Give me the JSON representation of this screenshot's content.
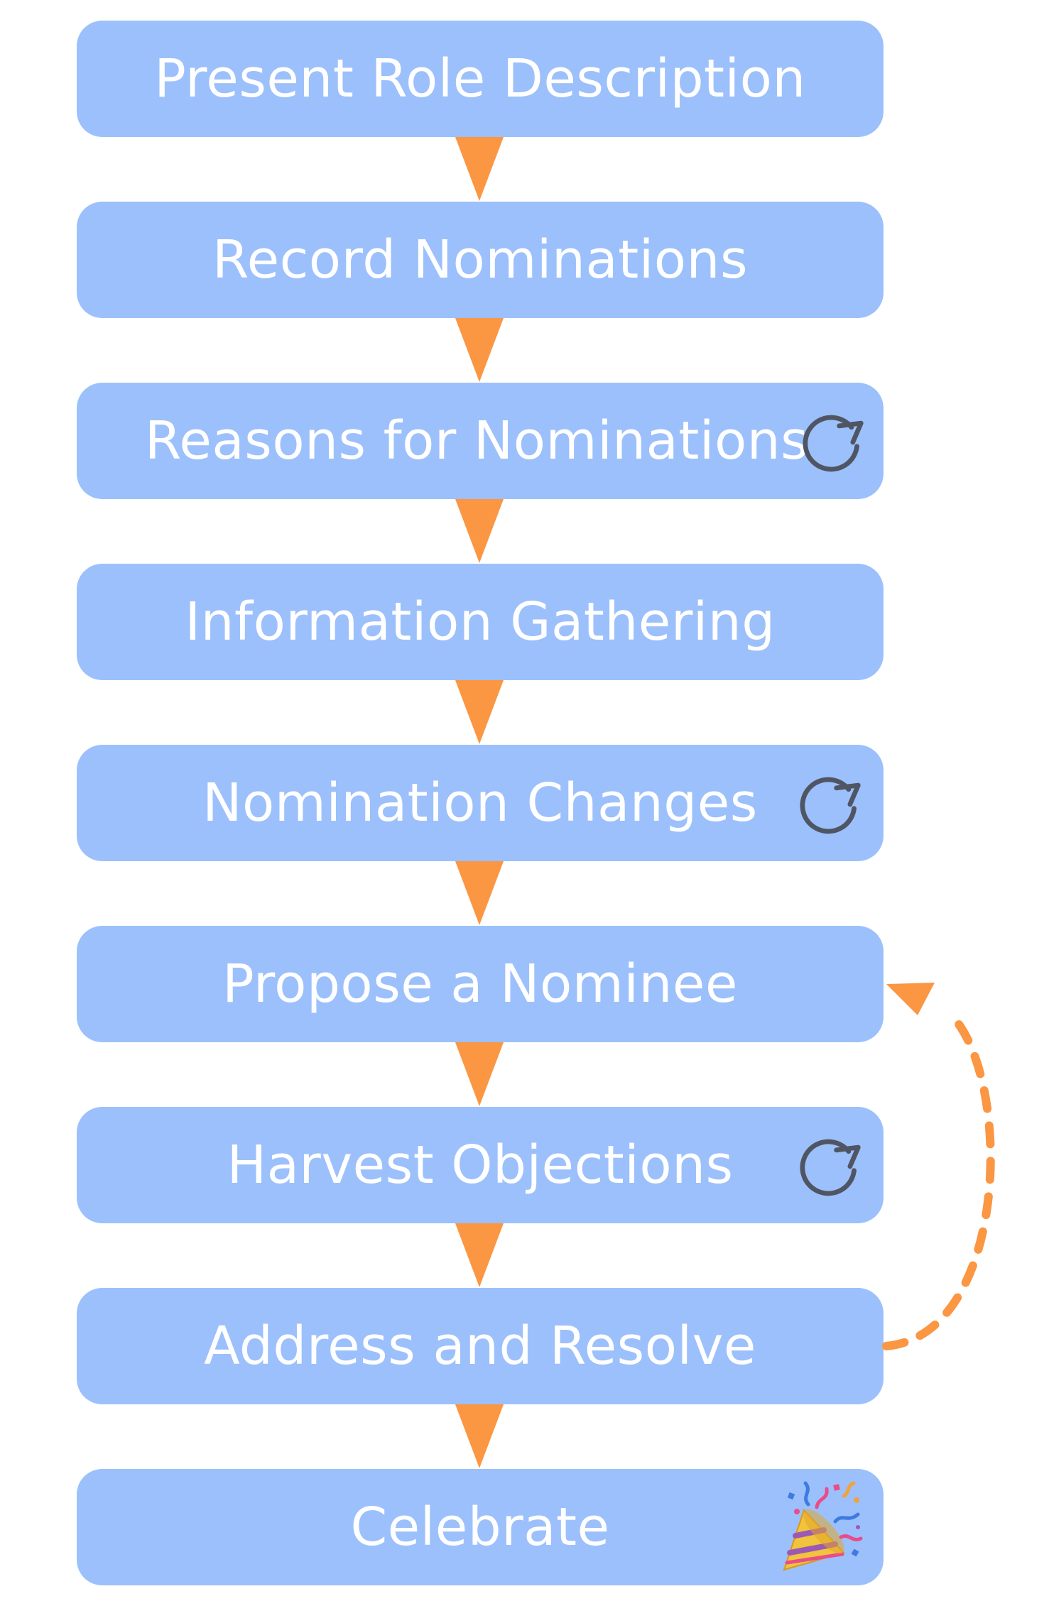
{
  "diagram": {
    "steps": [
      {
        "label": "Present Role Description",
        "icon": null
      },
      {
        "label": "Record Nominations",
        "icon": null
      },
      {
        "label": "Reasons for Nominations",
        "icon": "cycle-icon"
      },
      {
        "label": "Information Gathering",
        "icon": null
      },
      {
        "label": "Nomination Changes",
        "icon": "cycle-icon"
      },
      {
        "label": "Propose a Nominee",
        "icon": null
      },
      {
        "label": "Harvest Objections",
        "icon": "cycle-icon"
      },
      {
        "label": "Address and Resolve",
        "icon": null
      },
      {
        "label": "Celebrate",
        "icon": "party-popper-icon"
      }
    ],
    "loop_arrow": {
      "from": "Address and Resolve",
      "to": "Propose a Nominee",
      "style": "dashed"
    },
    "colors": {
      "box": "#9cc0fb",
      "text": "#ffffff",
      "arrow": "#fb9642",
      "cycle_icon": "#4f5563"
    }
  }
}
